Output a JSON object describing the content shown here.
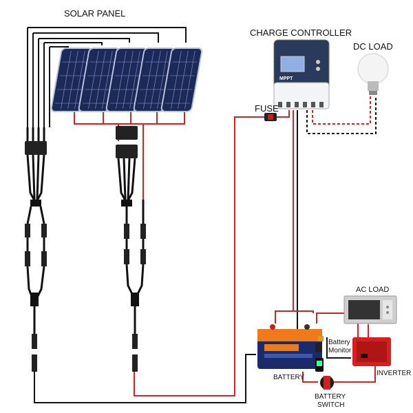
{
  "labels": {
    "solar_panel": "SOLAR PANEL",
    "charge_controller": "CHARGE CONTROLLER",
    "dc_load": "DC LOAD",
    "fuse": "FUSE",
    "ac_load": "AC LOAD",
    "battery_monitor_line1": "Battery",
    "battery_monitor_line2": "Monitor",
    "inverter": "INVERTER",
    "battery": "BATTERY",
    "battery_switch_line1": "BATTERY",
    "battery_switch_line2": "SWITCH"
  },
  "controller": {
    "badge": "MPPT"
  },
  "colors": {
    "positive_wire": "#d42020",
    "negative_wire": "#111111",
    "panel": "#1c2a5a",
    "battery_body": "#f07a1a",
    "inverter_body": "#d81e1e"
  },
  "icons": {
    "panel": "solar-panel-icon",
    "controller": "charge-controller-icon",
    "bulb": "light-bulb-icon",
    "fuse": "fuse-icon",
    "microwave": "microwave-icon",
    "battery": "battery-icon",
    "inverter": "inverter-icon",
    "monitor": "battery-monitor-icon",
    "switch": "battery-switch-icon"
  }
}
